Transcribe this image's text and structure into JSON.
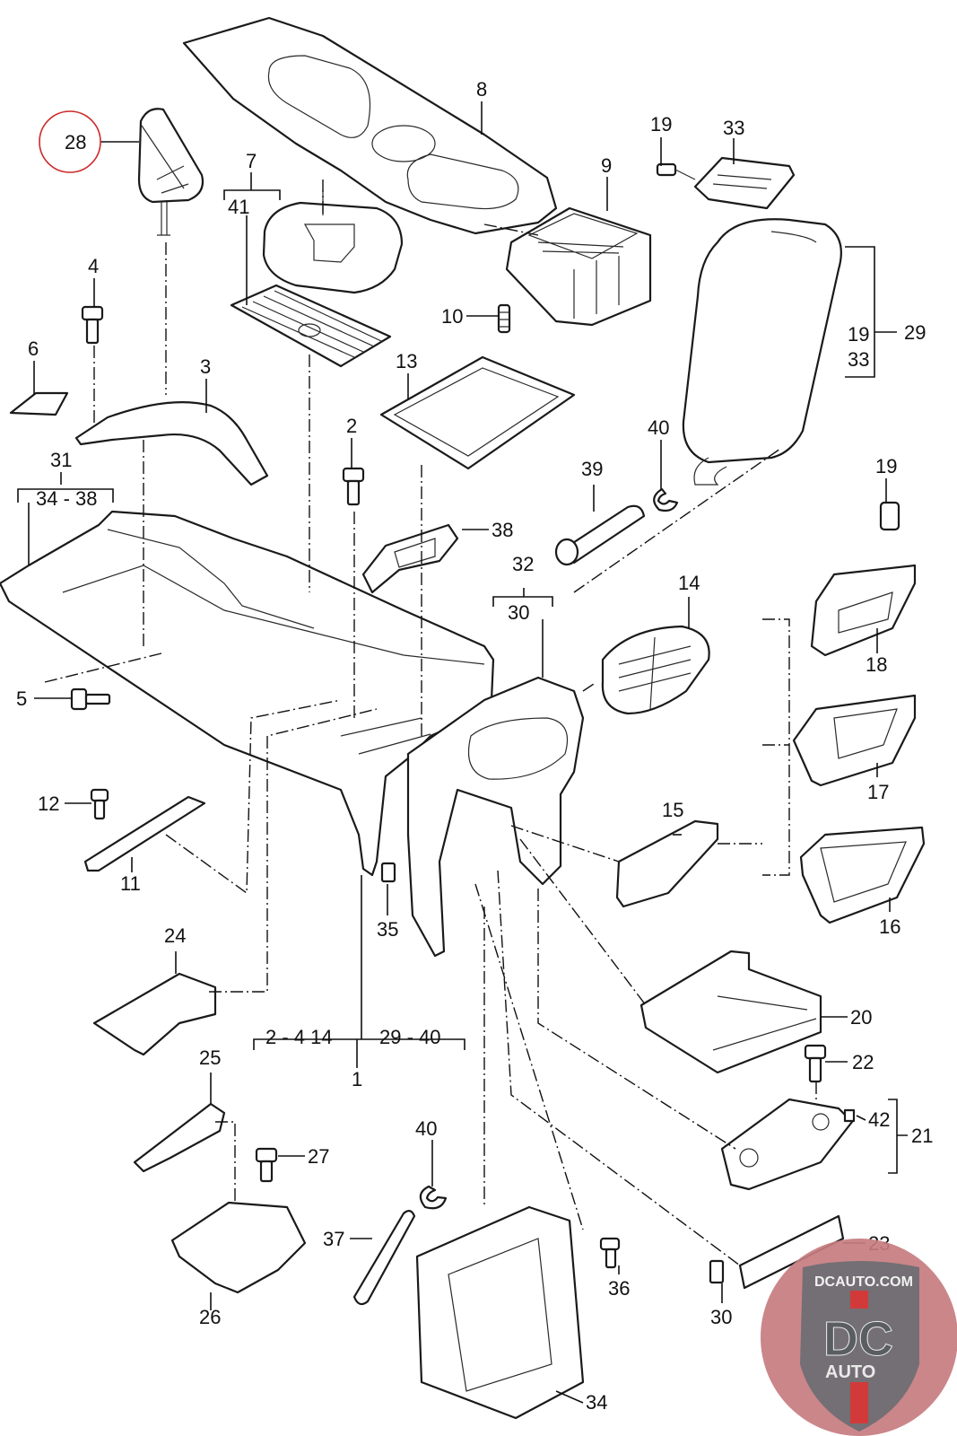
{
  "diagram": {
    "title": "Center console exploded parts diagram",
    "highlighted_callout": "28",
    "callouts": {
      "c1": "1",
      "c2": "2",
      "c3": "3",
      "c4": "4",
      "c5": "5",
      "c6": "6",
      "c7": "7",
      "c8": "8",
      "c9": "9",
      "c10": "10",
      "c11": "11",
      "c12": "12",
      "c13": "13",
      "c14": "14",
      "c15": "15",
      "c16": "16",
      "c17": "17",
      "c18": "18",
      "c19a": "19",
      "c19b": "19",
      "c19c": "19",
      "c20": "20",
      "c21": "21",
      "c22": "22",
      "c23": "23",
      "c24": "24",
      "c25": "25",
      "c26": "26",
      "c27": "27",
      "c28": "28",
      "c29": "29",
      "c30a": "30",
      "c30b": "30",
      "c31": "31",
      "c32": "32",
      "c33a": "33",
      "c33b": "33",
      "c34": "34",
      "c35": "35",
      "c36": "36",
      "c37": "37",
      "c38": "38",
      "c39": "39",
      "c40a": "40",
      "c40b": "40",
      "c41": "41",
      "c42": "42"
    },
    "group_labels": {
      "g31_range": "34 - 38",
      "g1_left": "2 - 4  14",
      "g1_right": "29 - 40"
    }
  },
  "watermark": {
    "site": "DCAUTO.COM",
    "mark": "DC",
    "sub": "AUTO",
    "colors": {
      "circle": "#c77c80",
      "shield": "#6b6e72",
      "stripe": "#d23a3a"
    }
  }
}
